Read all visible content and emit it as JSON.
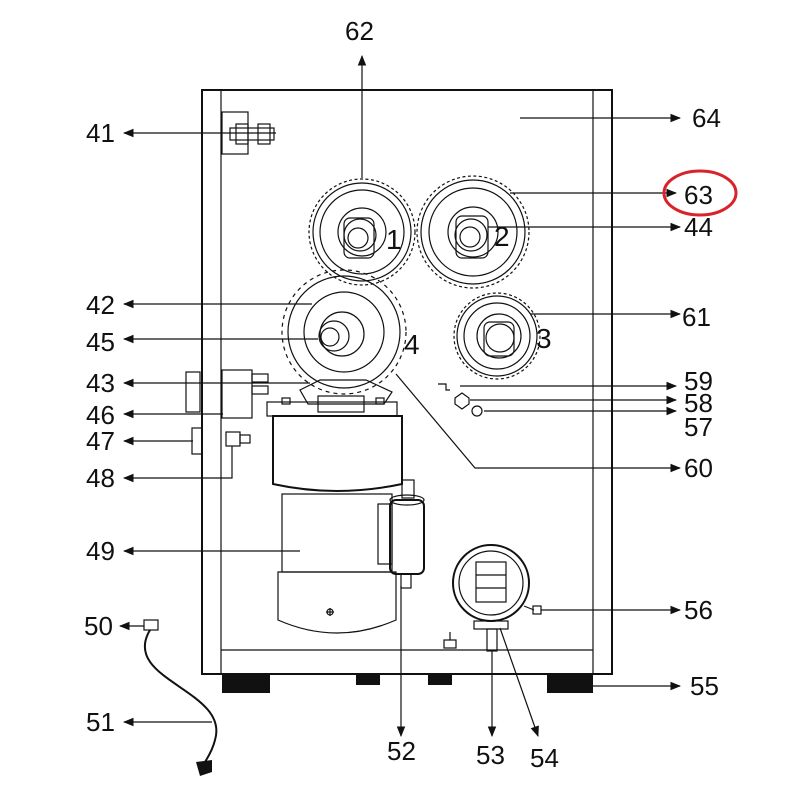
{
  "callouts": [
    {
      "id": "c62",
      "text": "62"
    },
    {
      "id": "c64",
      "text": "64"
    },
    {
      "id": "c41",
      "text": "41"
    },
    {
      "id": "c63",
      "text": "63"
    },
    {
      "id": "c44",
      "text": "44"
    },
    {
      "id": "c42",
      "text": "42"
    },
    {
      "id": "c45",
      "text": "45"
    },
    {
      "id": "c61",
      "text": "61"
    },
    {
      "id": "c43",
      "text": "43"
    },
    {
      "id": "c59",
      "text": "59"
    },
    {
      "id": "c46",
      "text": "46"
    },
    {
      "id": "c58",
      "text": "58"
    },
    {
      "id": "c57",
      "text": "57"
    },
    {
      "id": "c47",
      "text": "47"
    },
    {
      "id": "c60",
      "text": "60"
    },
    {
      "id": "c48",
      "text": "48"
    },
    {
      "id": "c49",
      "text": "49"
    },
    {
      "id": "c56",
      "text": "56"
    },
    {
      "id": "c50",
      "text": "50"
    },
    {
      "id": "c55",
      "text": "55"
    },
    {
      "id": "c51",
      "text": "51"
    },
    {
      "id": "c52",
      "text": "52"
    },
    {
      "id": "c53",
      "text": "53"
    },
    {
      "id": "c54",
      "text": "54"
    }
  ],
  "gear_numbers": [
    "1",
    "2",
    "3",
    "4"
  ],
  "highlight": {
    "callout": "63",
    "color": "#d9232a"
  },
  "colors": {
    "line": "#111111",
    "background": "#ffffff"
  }
}
